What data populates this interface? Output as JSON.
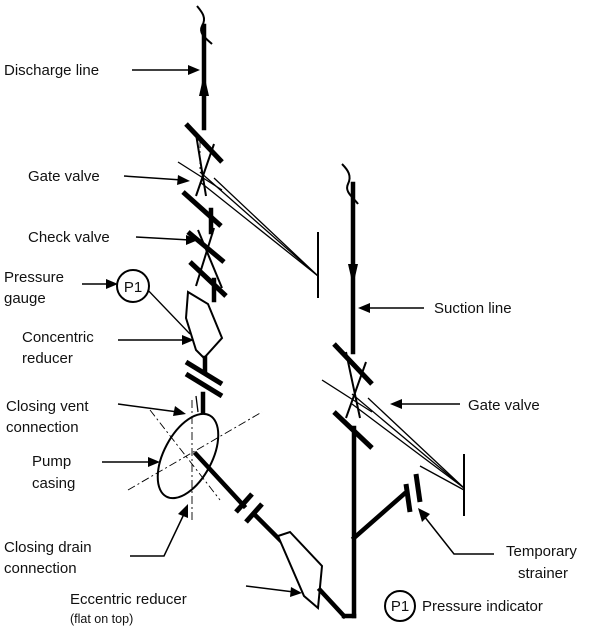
{
  "labels": {
    "discharge_line": "Discharge line",
    "gate_valve_top": "Gate valve",
    "check_valve": "Check valve",
    "pressure_gauge_1": "Pressure",
    "pressure_gauge_2": "gauge",
    "gauge_tag": "P1",
    "concentric_reducer_1": "Concentric",
    "concentric_reducer_2": "reducer",
    "closing_vent_1": "Closing vent",
    "closing_vent_2": "connection",
    "pump_casing_1": "Pump",
    "pump_casing_2": "casing",
    "closing_drain_1": "Closing drain",
    "closing_drain_2": "connection",
    "eccentric_reducer": "Eccentric reducer",
    "eccentric_reducer_note": "(flat on top)",
    "suction_line": "Suction line",
    "gate_valve_right": "Gate valve",
    "temporary_strainer_1": "Temporary",
    "temporary_strainer_2": "strainer",
    "legend_tag": "P1",
    "legend_text": "Pressure indicator"
  }
}
